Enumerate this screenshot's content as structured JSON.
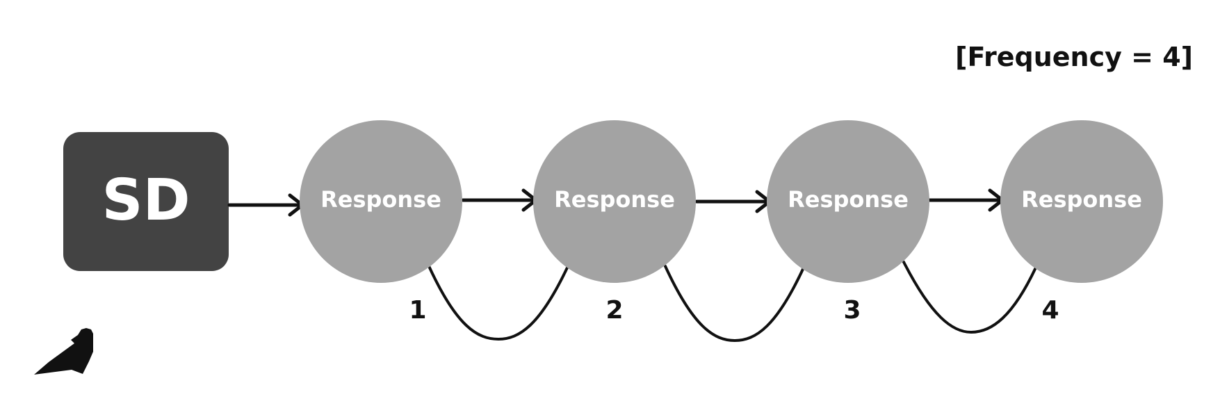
{
  "frequency_label": "[Frequency = 4]",
  "stimulus": {
    "label": "SD",
    "color": "#434343"
  },
  "responses": [
    {
      "label": "Response",
      "count_label": "1"
    },
    {
      "label": "Response",
      "count_label": "2"
    },
    {
      "label": "Response",
      "count_label": "3"
    },
    {
      "label": "Response",
      "count_label": "4"
    }
  ],
  "colors": {
    "response_fill": "#a3a3a3",
    "line": "#111111",
    "text_on_shape": "#ffffff"
  },
  "icons": {
    "corner_logo": "bird-logo-icon"
  }
}
